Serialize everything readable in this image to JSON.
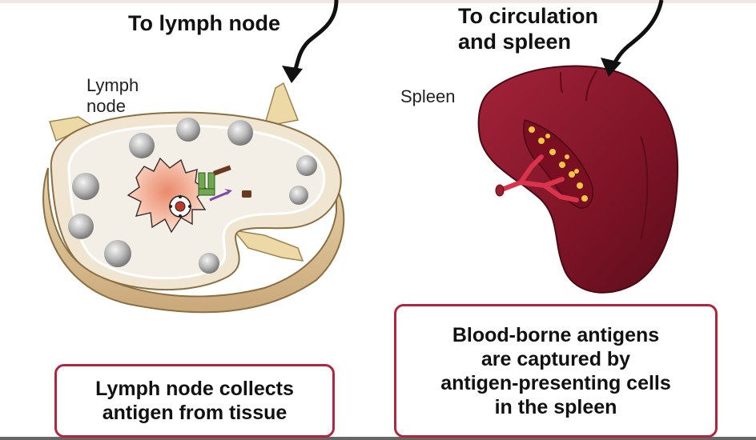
{
  "labels": {
    "to_lymph_node": "To lymph node",
    "to_circulation_line1": "To circulation",
    "to_circulation_line2": "and spleen",
    "lymph_node_line1": "Lymph",
    "lymph_node_line2": "node",
    "spleen": "Spleen"
  },
  "captions": {
    "left": [
      "Lymph node collects",
      "antigen from tissue"
    ],
    "right": [
      "Blood-borne antigens",
      "are captured by",
      "antigen-presenting cells",
      "in the spleen"
    ]
  },
  "colors": {
    "accent_border": "#b1263e",
    "spleen": "#8b1a2c",
    "lymph_node_capsule": "#e8d7b4",
    "follicle": "#9a9a9a"
  }
}
